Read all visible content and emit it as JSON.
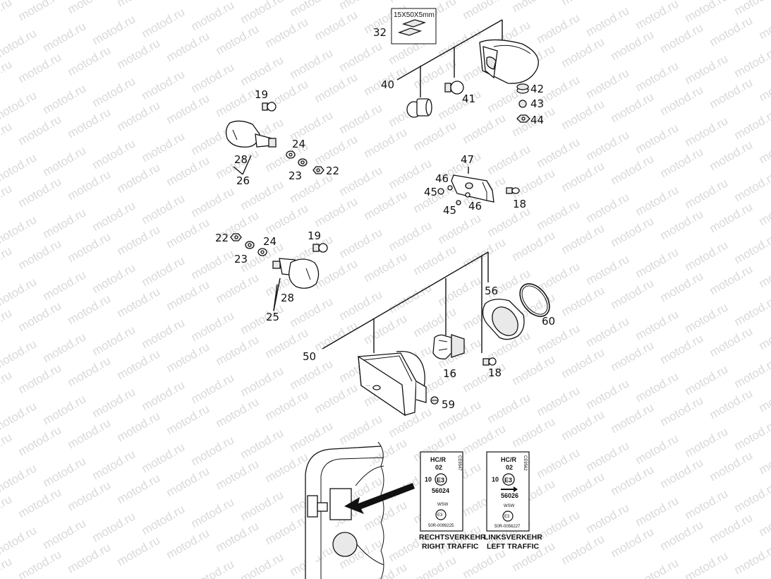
{
  "watermark": "motod.ru",
  "kit_box": {
    "dims": "15X50X5mm"
  },
  "callouts": {
    "c32": "32",
    "c40": "40",
    "c41": "41",
    "c42": "42",
    "c43": "43",
    "c44": "44",
    "c19a": "19",
    "c28a": "28",
    "c26": "26",
    "c24a": "24",
    "c23a": "23",
    "c22a": "22",
    "c47": "47",
    "c46a": "46",
    "c45a": "45",
    "c45b": "45",
    "c46b": "46",
    "c18a": "18",
    "c22b": "22",
    "c24b": "24",
    "c23b": "23",
    "c19b": "19",
    "c28b": "28",
    "c25": "25",
    "c56": "56",
    "c60": "60",
    "c50": "50",
    "c16": "16",
    "c18b": "18",
    "c59": "59"
  },
  "labels": {
    "right": {
      "hcr": "HC/R",
      "num02": "02",
      "num10": "10",
      "e_mark": "E3",
      "code": "56024",
      "wsw": "WSW",
      "e_mark2": "E3",
      "serial": "50R-0099225",
      "side": "CE9547",
      "caption_line1": "RECHTSVERKEHR",
      "caption_line2": "RIGHT TRAFFIC"
    },
    "left": {
      "hcr": "HC/R",
      "num02": "02",
      "num10": "10",
      "e_mark": "E3",
      "code": "56026",
      "wsw": "WSW",
      "e_mark2": "E3",
      "serial": "50R-0056227",
      "side": "CE9562",
      "caption_line1": "LINKSVERKEHR",
      "caption_line2": "LEFT TRAFFIC"
    }
  }
}
